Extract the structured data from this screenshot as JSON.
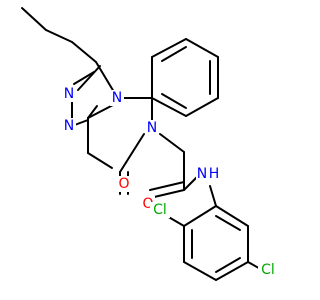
{
  "molecule": {
    "colors": {
      "bond": "#000000",
      "N": "#0000ff",
      "O": "#ff0000",
      "Cl": "#00aa00",
      "background": "#ffffff"
    },
    "labels": {
      "N1": "N",
      "N2": "N",
      "N3": "N",
      "N4": "N",
      "O": "O",
      "NH_N": "N",
      "NH_H": "H",
      "Cl1": "Cl",
      "Cl2": "Cl"
    }
  }
}
